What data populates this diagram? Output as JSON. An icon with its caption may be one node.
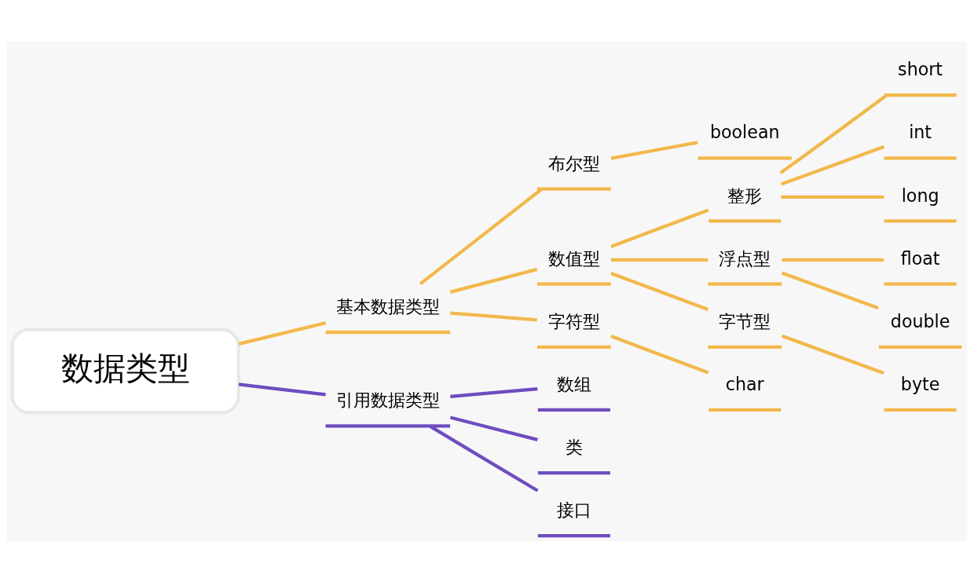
{
  "diagram": {
    "nodes": [
      {
        "text": [
          "数据类型"
        ]
      },
      {
        "text": [
          "基本数据类型"
        ]
      },
      {
        "text": [
          "布尔型"
        ]
      },
      {
        "text": [
          "boolean"
        ]
      },
      {
        "text": [
          "数值型"
        ]
      },
      {
        "text": [
          "整形"
        ]
      },
      {
        "text": [
          "short"
        ]
      },
      {
        "text": [
          "int"
        ]
      },
      {
        "text": [
          "long"
        ]
      },
      {
        "text": [
          "浮点型"
        ]
      },
      {
        "text": [
          "float"
        ]
      },
      {
        "text": [
          "double"
        ]
      },
      {
        "text": [
          "字节型"
        ]
      },
      {
        "text": [
          "byte"
        ]
      },
      {
        "text": [
          "字符型"
        ]
      },
      {
        "text": [
          "char"
        ]
      },
      {
        "text": [
          "引用数据类型"
        ]
      },
      {
        "text": [
          "数组"
        ]
      },
      {
        "text": [
          "类"
        ]
      },
      {
        "text": [
          "接口"
        ]
      }
    ],
    "edges": [
      {
        "from": 0,
        "to": 1,
        "arrow": "none"
      },
      {
        "from": 1,
        "to": 2,
        "arrow": "none"
      },
      {
        "from": 2,
        "to": 3,
        "arrow": "none"
      },
      {
        "from": 1,
        "to": 4,
        "arrow": "none"
      },
      {
        "from": 4,
        "to": 5,
        "arrow": "none"
      },
      {
        "from": 5,
        "to": 6,
        "arrow": "none"
      },
      {
        "from": 5,
        "to": 7,
        "arrow": "none"
      },
      {
        "from": 5,
        "to": 8,
        "arrow": "none"
      },
      {
        "from": 4,
        "to": 9,
        "arrow": "none"
      },
      {
        "from": 9,
        "to": 10,
        "arrow": "none"
      },
      {
        "from": 9,
        "to": 11,
        "arrow": "none"
      },
      {
        "from": 4,
        "to": 12,
        "arrow": "none"
      },
      {
        "from": 12,
        "to": 13,
        "arrow": "none"
      },
      {
        "from": 1,
        "to": 14,
        "arrow": "none"
      },
      {
        "from": 14,
        "to": 15,
        "arrow": "none"
      },
      {
        "from": 0,
        "to": 16,
        "arrow": "none",
        "color": "#6f4cc0"
      },
      {
        "from": 16,
        "to": 17,
        "arrow": "none",
        "color": "#6f4cc0"
      },
      {
        "from": 16,
        "to": 18,
        "arrow": "none",
        "color": "#6f4cc0"
      },
      {
        "from": 16,
        "to": 19,
        "arrow": "none",
        "color": "#6f4cc0"
      }
    ]
  }
}
